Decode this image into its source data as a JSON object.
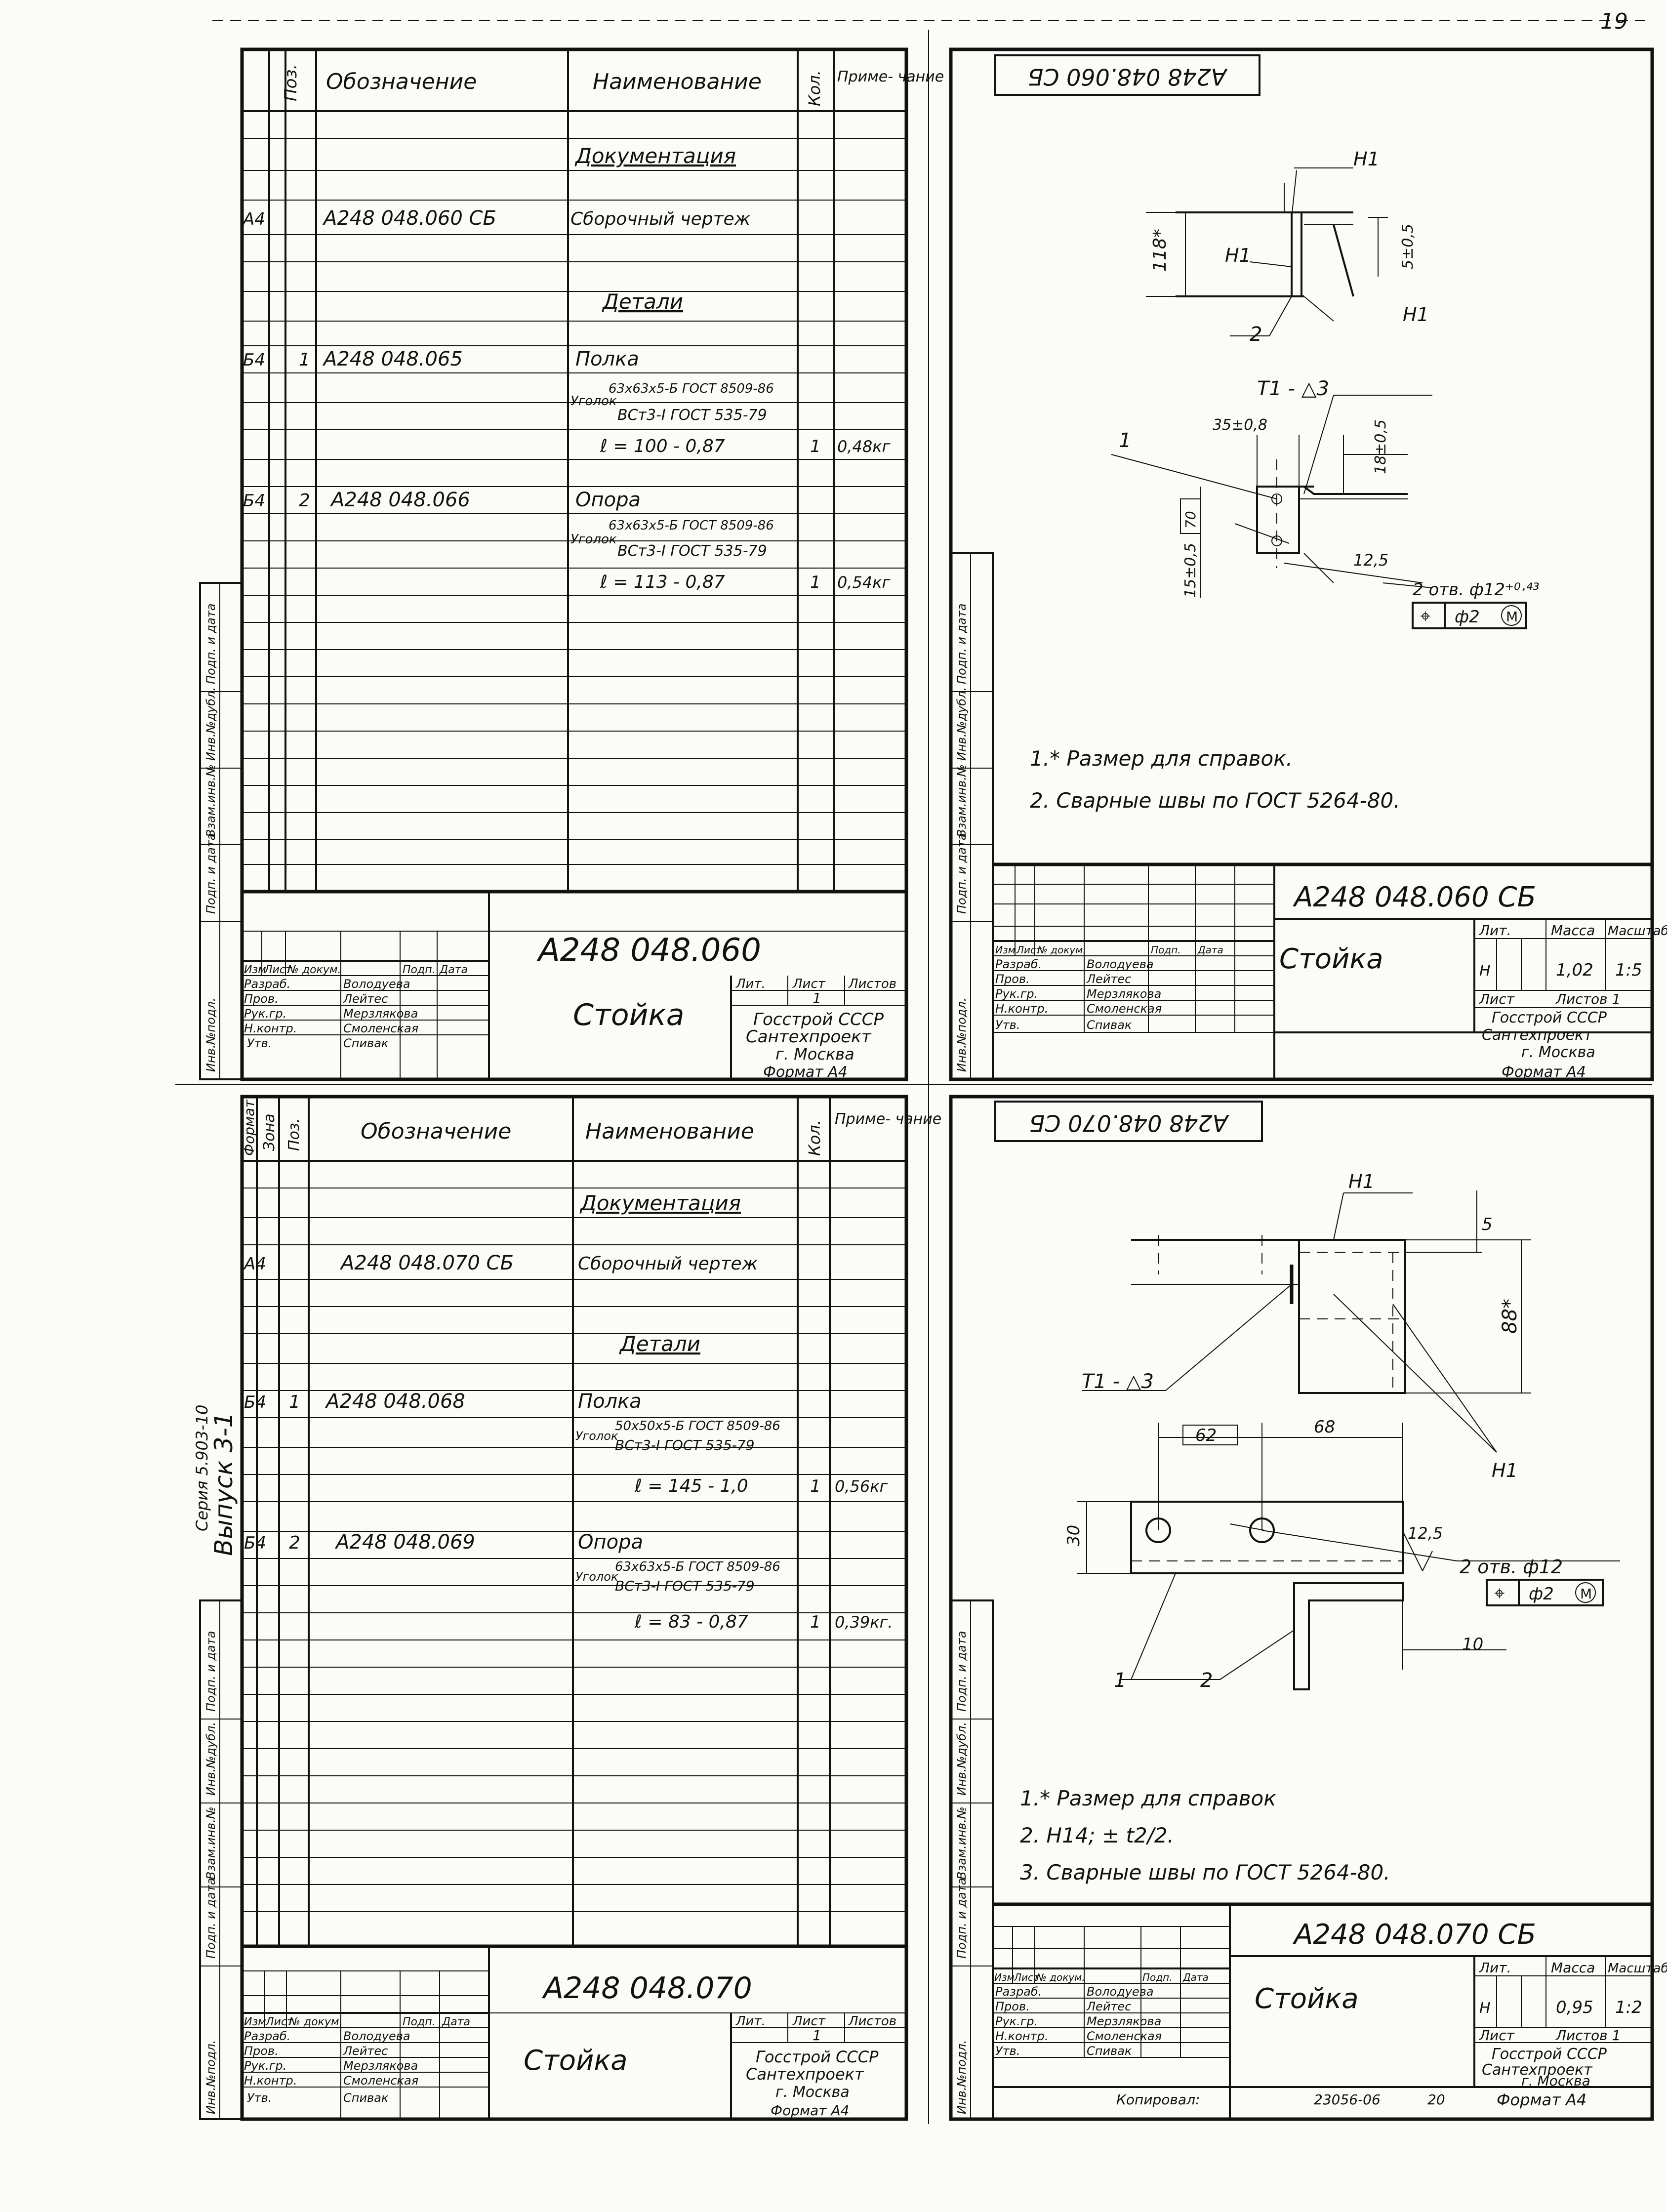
{
  "page_number": "19",
  "series_label": "Серия 5.903-10",
  "issue_label": "Выпуск 3-1",
  "copied_by": "Копировал:",
  "order_number": "23056-06",
  "sheet_number": "20",
  "spec_header": {
    "format": "Формат",
    "zone": "Зона",
    "pos": "Поз.",
    "designation": "Обозначение",
    "name": "Наименование",
    "qty": "Кол.",
    "note": "Приме- чание"
  },
  "side_labels": [
    "Инв.№подл.",
    "Подп. и дата",
    "Взам.инв.№",
    "Инв.№дубл.",
    "Подп. и дата"
  ],
  "title_block_labels": {
    "izm": "Изм",
    "list": "Лист",
    "doc_no": "№ докум.",
    "sign": "Подп.",
    "date": "Дата",
    "razrab": "Разраб.",
    "prov": "Пров.",
    "ruk_gr": "Рук.гр.",
    "n_kontr": "Н.контр.",
    "utv": "Утв.",
    "lit": "Лит.",
    "mass": "Масса",
    "scale": "Масштаб",
    "sheet": "Лист",
    "sheets": "Листов"
  },
  "people": [
    "Володуева",
    "Лейтес",
    "Мерзлякова",
    "Смоленская",
    "Спивак"
  ],
  "org": [
    "Госстрой СССР",
    "Сантехпроект",
    "г. Москва"
  ],
  "format_label": "Формат А4",
  "spec1": {
    "doc_section": "Документация",
    "doc_format": "А4",
    "doc_designation": "А248 048.060 СБ",
    "doc_name": "Сборочный чертеж",
    "parts_section": "Детали",
    "parts": [
      {
        "format": "Б4",
        "pos": "1",
        "designation": "А248 048.065",
        "name": "Полка",
        "profile": "Уголок",
        "profile_spec": "63х63х5-Б ГОСТ 8509-86",
        "material": "ВСт3-I ГОСТ 535-79",
        "length": "ℓ = 100 - 0,87",
        "qty": "1",
        "mass": "0,48кг"
      },
      {
        "format": "Б4",
        "pos": "2",
        "designation": "А248 048.066",
        "name": "Опора",
        "profile": "Уголок",
        "profile_spec": "63х63х5-Б ГОСТ 8509-86",
        "material": "ВСт3-I ГОСТ 535-79",
        "length": "ℓ = 113 - 0,87",
        "qty": "1",
        "mass": "0,54кг"
      }
    ],
    "title_designation": "А248 048.060",
    "title_name": "Стойка",
    "sheet": "1"
  },
  "drawing1": {
    "stamp": "А248 048.060 СБ",
    "weld_top": "Н1",
    "weld_left": "Н1",
    "weld_right": "Н1",
    "dim_height": "118*",
    "dim_side": "5±0,5",
    "pos1": "1",
    "pos2": "2",
    "weld_symbol": "Т1 - △3",
    "dim_35": "35±0,8",
    "dim_18": "18±0,5",
    "dim_15": "15±0,5",
    "dim_70": "70",
    "dim_125": "12,5",
    "holes": "2 отв. ф12⁺⁰·⁴³",
    "tol_pos": "⌖",
    "tol_val": "ф2",
    "tol_m": "M",
    "notes": [
      "1.* Размер для справок.",
      "2. Сварные швы по ГОСТ 5264-80."
    ],
    "title_designation": "А248 048.060 СБ",
    "title_name": "Стойка",
    "lit": "Н",
    "mass_value": "1,02",
    "scale_value": "1:5",
    "sheet_text": "Лист",
    "sheets_text": "Листов 1"
  },
  "spec2": {
    "doc_section": "Документация",
    "doc_format": "А4",
    "doc_designation": "А248 048.070 СБ",
    "doc_name": "Сборочный чертеж",
    "parts_section": "Детали",
    "parts": [
      {
        "format": "Б4",
        "pos": "1",
        "designation": "А248 048.068",
        "name": "Полка",
        "profile": "Уголок",
        "profile_spec": "50х50х5-Б ГОСТ 8509-86",
        "material": "ВСт3-I ГОСТ 535-79",
        "length": "ℓ = 145 - 1,0",
        "qty": "1",
        "mass": "0,56кг"
      },
      {
        "format": "Б4",
        "pos": "2",
        "designation": "А248 048.069",
        "name": "Опора",
        "profile": "Уголок",
        "profile_spec": "63х63х5-Б ГОСТ 8509-86",
        "material": "ВСт3-I ГОСТ 535-79",
        "length": "ℓ = 83 - 0,87",
        "qty": "1",
        "mass": "0,39кг."
      }
    ],
    "title_designation": "А248 048.070",
    "title_name": "Стойка",
    "sheet": "1"
  },
  "drawing2": {
    "stamp": "А248 048.070 СБ",
    "weld_top": "Н1",
    "weld_right": "Н1",
    "dim_5": "5",
    "dim_88": "88*",
    "weld_symbol": "Т1 - △3",
    "dim_62": "62",
    "dim_68": "68",
    "dim_30": "30",
    "dim_125": "12,5",
    "dim_10": "10",
    "holes": "2 отв. ф12",
    "tol_pos": "⌖",
    "tol_val": "ф2",
    "tol_m": "M",
    "pos1": "1",
    "pos2": "2",
    "notes": [
      "1.* Размер для справок",
      "2. Н14; ± t2/2.",
      "3. Сварные швы по ГОСТ 5264-80."
    ],
    "title_designation": "А248 048.070 СБ",
    "title_name": "Стойка",
    "lit": "Н",
    "mass_value": "0,95",
    "scale_value": "1:2",
    "sheet_text": "Лист",
    "sheets_text": "Листов 1"
  }
}
